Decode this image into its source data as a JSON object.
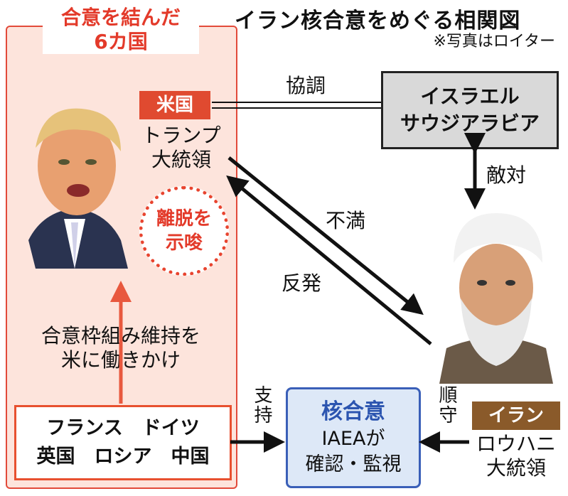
{
  "title": "イラン核合意をめぐる相関図",
  "credit": "※写真はロイター",
  "parties_box": {
    "title_line1": "合意を結んだ",
    "title_line2": "6カ国"
  },
  "us": {
    "tag": "米国",
    "leader_line1": "トランプ",
    "leader_line2": "大統領",
    "photo": "portrait-icon"
  },
  "withdraw_hint": {
    "line1": "離脱を",
    "line2": "示唆"
  },
  "pressure": {
    "line1": "合意枠組み維持を",
    "line2": "米に働きかけ"
  },
  "countries": {
    "row1": "フランス　ドイツ",
    "row2": "英国　ロシア　中国"
  },
  "israel_box": {
    "line1": "イスラエル",
    "line2": "サウジアラビア"
  },
  "relations": {
    "coordination": "協調",
    "hostility": "敵対",
    "dissatisfaction": "不満",
    "backlash": "反発",
    "support": "支持",
    "compliance": "順守"
  },
  "nuclear_deal": {
    "title": "核合意",
    "line1": "IAEAが",
    "line2": "確認・監視"
  },
  "iran": {
    "tag": "イラン",
    "leader_line1": "ロウハニ",
    "leader_line2": "大統領",
    "photo": "portrait-icon"
  },
  "colors": {
    "red": "#e33a2a",
    "brown": "#8a5a2a",
    "blue": "#2c55b0",
    "pink": "#fde4dc"
  }
}
